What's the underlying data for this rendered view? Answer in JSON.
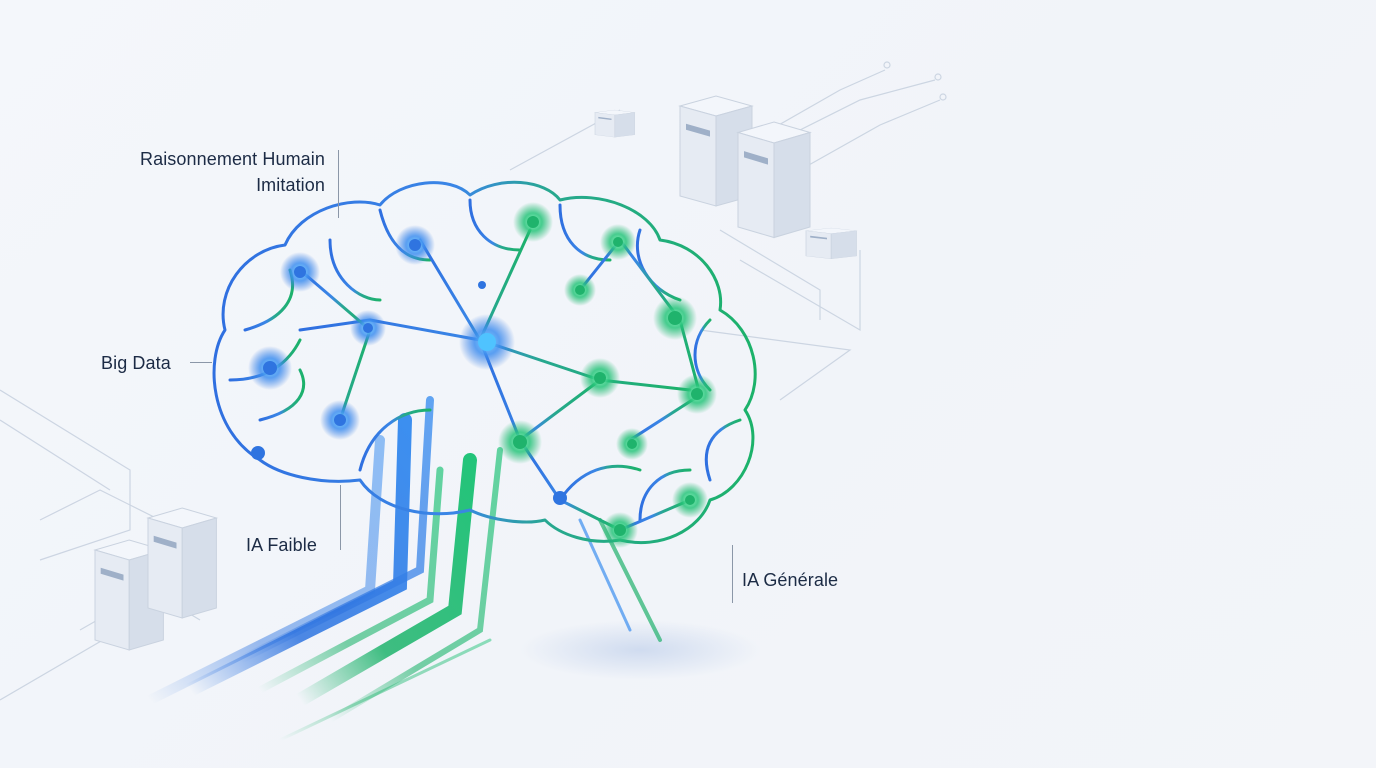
{
  "labels": {
    "reasoning": {
      "line1": "Raisonnement Humain",
      "line2": "Imitation"
    },
    "big_data": "Big Data",
    "weak_ai": "IA Faible",
    "general_ai": "IA Générale"
  },
  "colors": {
    "blue": "#2f74e0",
    "green": "#1fb36c",
    "text": "#1c2b45",
    "circuit": "#c9d2df",
    "server_face": "#e9edf5",
    "server_side": "#d3dae6"
  },
  "icons": [
    "brain-icon",
    "neuron-icon",
    "server-icon",
    "circuit-trace-icon"
  ]
}
